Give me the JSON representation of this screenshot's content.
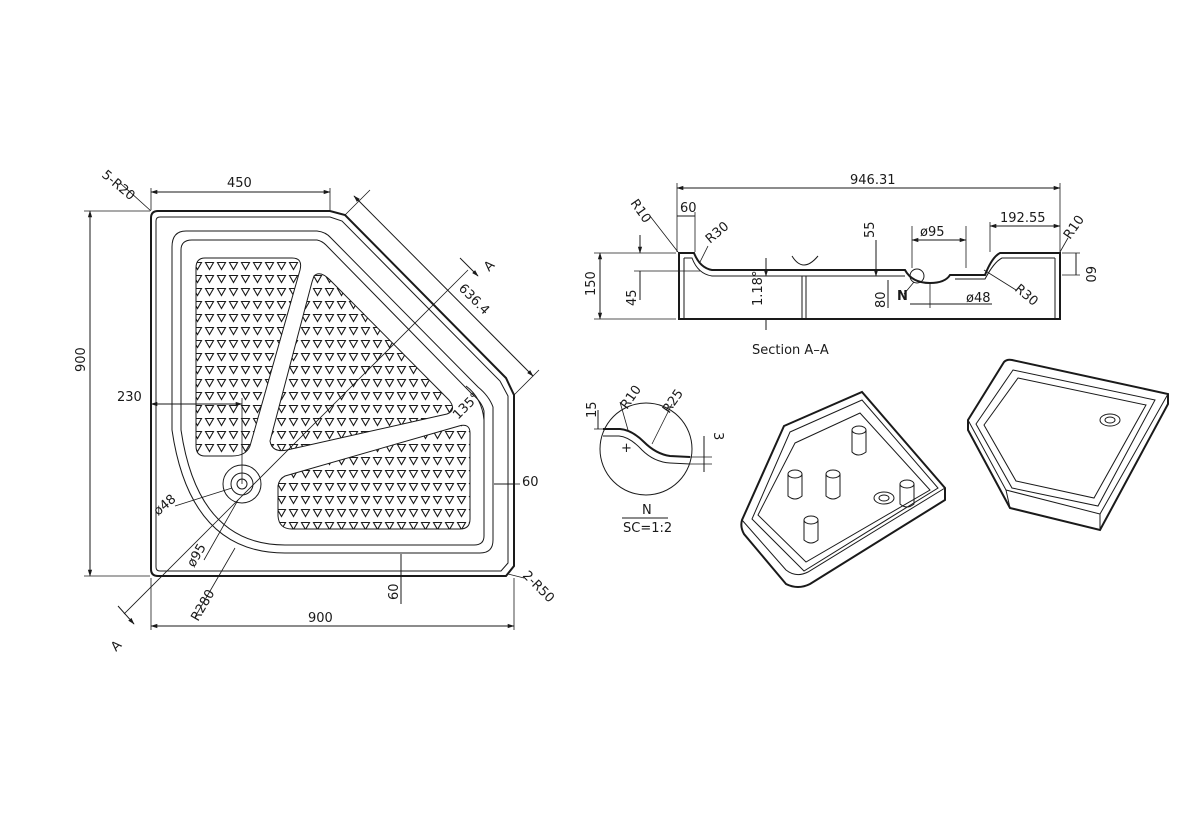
{
  "plan": {
    "corner_radius_label": "5-R20",
    "top_width": "450",
    "diag_length": "636.4",
    "height": "900",
    "bottom_width": "900",
    "drain_offset": "230",
    "drain_hole": "ø48",
    "drain_recess": "ø95",
    "inner_radius": "R280",
    "angle": "135°",
    "rim_right": "60",
    "rim_bottom": "60",
    "outer_radius_label": "2-R50",
    "section_mark": "A"
  },
  "section": {
    "total_length": "946.31",
    "rim_left": "60",
    "rim_right_len": "192.55",
    "r10_left": "R10",
    "r10_right": "R10",
    "r30_left": "R30",
    "r30_right": "R30",
    "depth_55": "55",
    "drain_recess": "ø95",
    "height_150": "150",
    "height_45": "45",
    "slope": "1.18°",
    "depth_80": "80",
    "detail_ref": "N",
    "drain_hole": "ø48",
    "rim_height": "60",
    "caption": "Section  A–A"
  },
  "detail": {
    "radius_r10": "R10",
    "radius_r25": "R25",
    "dim_15": "15",
    "dim_3": "3",
    "label": "N",
    "scale": "SC=1:2"
  }
}
